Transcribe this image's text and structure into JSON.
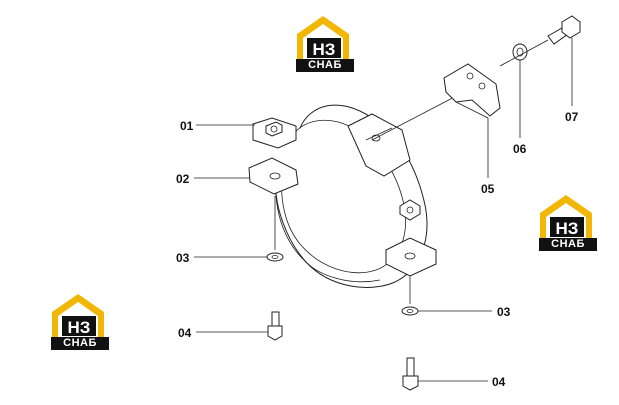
{
  "callouts": [
    {
      "id": "01",
      "text": "01"
    },
    {
      "id": "02",
      "text": "02"
    },
    {
      "id": "03a",
      "text": "03"
    },
    {
      "id": "04a",
      "text": "04"
    },
    {
      "id": "03b",
      "text": "03"
    },
    {
      "id": "04b",
      "text": "04"
    },
    {
      "id": "05",
      "text": "05"
    },
    {
      "id": "06",
      "text": "06"
    },
    {
      "id": "07",
      "text": "07"
    }
  ],
  "watermark": {
    "lettering": "НЗ",
    "word": "СНАБ",
    "color_yellow": "#f2b705",
    "color_dark": "#111111"
  }
}
